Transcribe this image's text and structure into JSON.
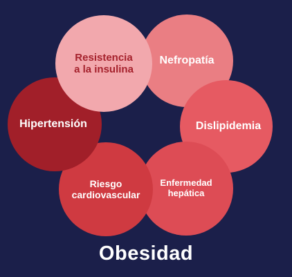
{
  "title": "Obesidad",
  "colors": {
    "background": "#1b1f4a",
    "resistencia": "#f2a8ad",
    "nefropatia": "#ea7e83",
    "dislipidemia": "#e65a62",
    "hepatica": "#dd4c55",
    "riesgo": "#cf3a41",
    "hipertension": "#a11f29"
  },
  "circles": {
    "resistencia": "Resistencia\na la insulina",
    "nefropatia": "Nefropatía",
    "dislipidemia": "Dislipidemia",
    "hepatica": "Enfermedad\nhepática",
    "riesgo": "Riesgo\ncardiovascular",
    "hipertension": "Hipertensión"
  }
}
